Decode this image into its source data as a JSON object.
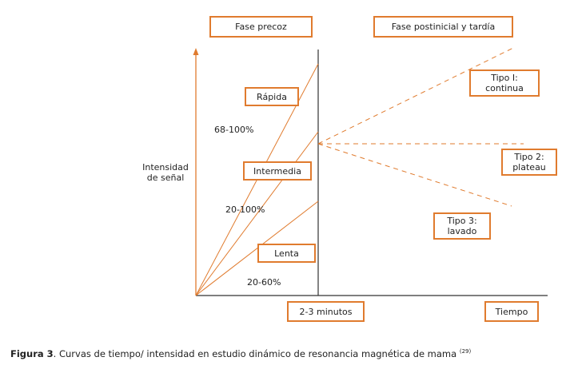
{
  "diagram": {
    "phases": {
      "early": "Fase precoz",
      "late": "Fase postinicial y tardía"
    },
    "y_axis_label": "Intensidad\nde señal",
    "x_labels": {
      "time_marker": "2-3 minutos",
      "axis": "Tiempo"
    },
    "rates": {
      "fast": "Rápida",
      "intermediate": "Intermedia",
      "slow": "Lenta"
    },
    "percentages": {
      "fast": "68-100%",
      "intermediate": "20-100%",
      "slow": "20-60%"
    },
    "types": {
      "type1": "Tipo I:\ncontinua",
      "type2": "Tipo 2:\nplateau",
      "type3": "Tipo 3:\nlavado"
    },
    "colors": {
      "accent": "#e07b2e"
    }
  },
  "caption": {
    "label": "Figura 3",
    "text": ". Curvas de tiempo/ intensidad en estudio dinámico de resonancia magnética de mama",
    "reference": "(29)"
  }
}
